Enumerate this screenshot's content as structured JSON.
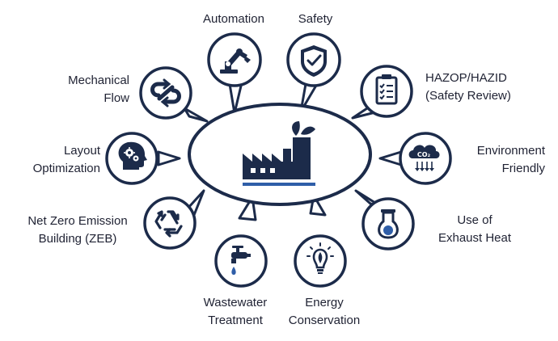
{
  "colors": {
    "navy": "#1c2b4a",
    "ink": "#1f2233",
    "accent": "#2f5ea8",
    "white": "#ffffff"
  },
  "center": {
    "icon": "factory-icon"
  },
  "nodes": [
    {
      "id": "automation",
      "icon": "robot-arm-icon",
      "lines": [
        "Automation"
      ]
    },
    {
      "id": "safety",
      "icon": "shield-check-icon",
      "lines": [
        "Safety"
      ]
    },
    {
      "id": "hazop",
      "icon": "clipboard-icon",
      "lines": [
        "HAZOP/HAZID",
        "(Safety Review)"
      ]
    },
    {
      "id": "environment",
      "icon": "co2-cloud-icon",
      "lines": [
        "Environment",
        "Friendly"
      ]
    },
    {
      "id": "exhaust",
      "icon": "flask-icon",
      "lines": [
        "Use of",
        "Exhaust Heat"
      ]
    },
    {
      "id": "energy",
      "icon": "light-bulb-icon",
      "lines": [
        "Energy",
        "Conservation"
      ]
    },
    {
      "id": "wastewater",
      "icon": "faucet-icon",
      "lines": [
        "Wastewater",
        "Treatment"
      ]
    },
    {
      "id": "zeb",
      "icon": "recycle-icon",
      "lines": [
        "Net Zero Emission",
        "Building (ZEB)"
      ]
    },
    {
      "id": "layout",
      "icon": "head-gears-icon",
      "lines": [
        "Layout",
        "Optimization"
      ]
    },
    {
      "id": "mechanical",
      "icon": "flow-icon",
      "lines": [
        "Mechanical",
        "Flow"
      ]
    }
  ]
}
